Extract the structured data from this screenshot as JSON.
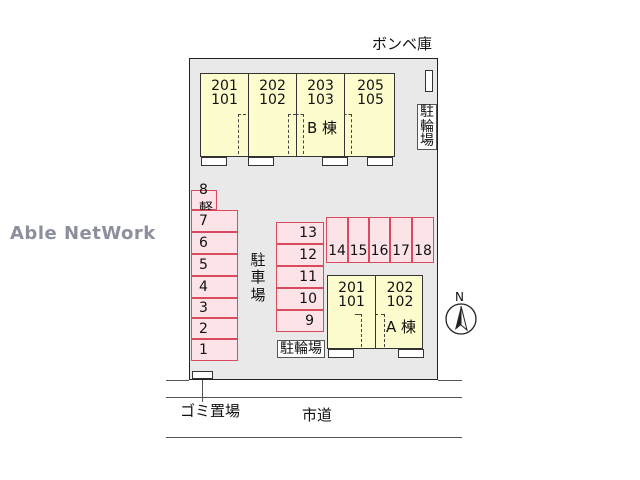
{
  "watermark": "Able NetWork",
  "labels": {
    "gas_storage": "ボンベ庫",
    "bicycle_parking_vertical": [
      "駐",
      "輪",
      "場"
    ],
    "parking_lot_vertical": [
      "駐",
      "車",
      "場"
    ],
    "bicycle_parking": "駐輪場",
    "trash": "ゴミ置場",
    "road": "市道",
    "north": "N"
  },
  "building_b": {
    "label": "B 棟",
    "units": [
      {
        "upper": "201",
        "lower": "101"
      },
      {
        "upper": "202",
        "lower": "102"
      },
      {
        "upper": "203",
        "lower": "103"
      },
      {
        "upper": "205",
        "lower": "105"
      }
    ]
  },
  "building_a": {
    "label": "A 棟",
    "units": [
      {
        "upper": "201",
        "lower": "101"
      },
      {
        "upper": "202",
        "lower": "102"
      }
    ]
  },
  "parking": {
    "left_column": [
      "8 軽",
      "7",
      "6",
      "5",
      "4",
      "3",
      "2",
      "1"
    ],
    "center_column": [
      "13",
      "12",
      "11",
      "10",
      "9"
    ],
    "right_row": [
      "14",
      "15",
      "16",
      "17",
      "18"
    ]
  },
  "colors": {
    "building_fill": "#fdfccc",
    "parking_fill": "#fbe3e7",
    "parking_border": "#d94a5f",
    "lot_fill": "#e9e9e9",
    "watermark": "#8c8f9e"
  }
}
